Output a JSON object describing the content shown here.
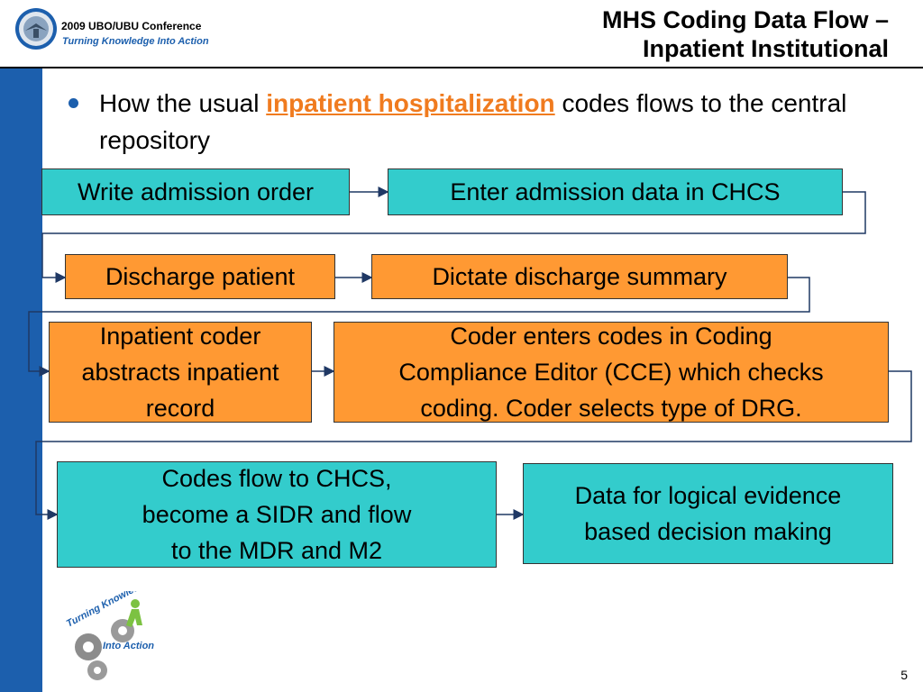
{
  "header": {
    "conference": "2009 UBO/UBU Conference",
    "tagline": "Turning Knowledge Into Action",
    "title": "MHS Coding Data Flow –\nInpatient Institutional"
  },
  "bullet": {
    "prefix": "How the usual ",
    "highlight": "inpatient hospitalization",
    "suffix": " codes flows to the central repository"
  },
  "flow": {
    "write_admission": "Write admission order",
    "enter_admission": "Enter admission data in CHCS",
    "discharge_patient": "Discharge patient",
    "dictate_summary": "Dictate discharge summary",
    "coder_abstracts": "Inpatient coder\nabstracts inpatient\nrecord",
    "coder_enters": "Coder enters codes in Coding\nCompliance Editor (CCE) which checks\ncoding.  Coder selects type of DRG.",
    "codes_flow": "Codes flow to CHCS,\nbecome a SIDR and flow\nto the MDR and M2",
    "data_for": "Data for logical evidence\nbased decision making"
  },
  "logo": {
    "text_line1": "Turning Knowledge",
    "text_line2": "Into Action"
  },
  "footer": {
    "page_number": "5"
  },
  "colors": {
    "teal": "#33cccc",
    "orange": "#ff9933",
    "navy": "#1c5fad",
    "highlight": "#f07b1f",
    "arrow": "#1f3864"
  }
}
